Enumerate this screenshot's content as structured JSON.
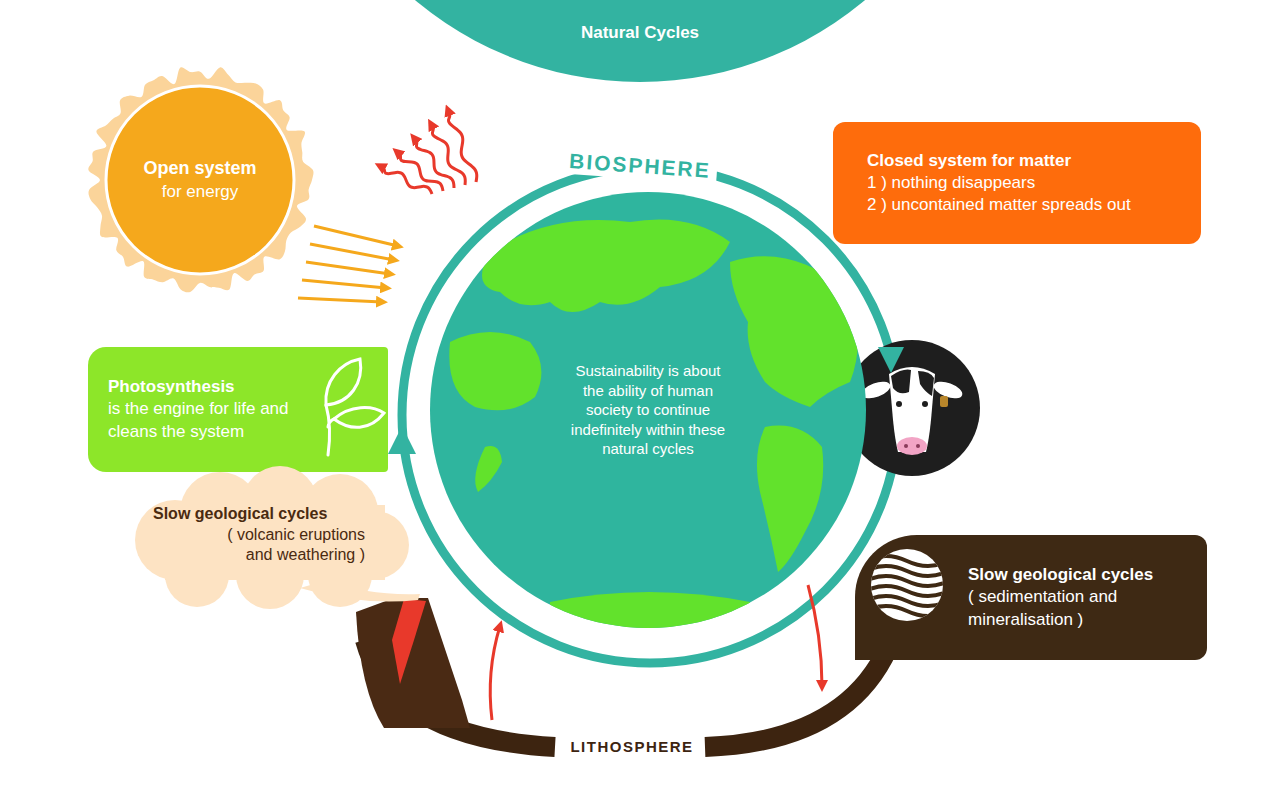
{
  "diagram": {
    "title": "Natural Cycles",
    "nodes": [
      {
        "text": [
          "Open system",
          "for energy"
        ]
      },
      {
        "text": [
          "Closed system for matter",
          "1 ) nothing disappears",
          "2 ) uncontained matter spreads out"
        ]
      },
      {
        "text": [
          "Photosynthesis",
          "is the engine for life and cleans the system"
        ]
      },
      {
        "text": [
          "Sustainability is about the ability of human society to continue indefinitely within these natural cycles"
        ]
      },
      {
        "text": [
          "Slow geological cycles",
          "( volcanic eruptions and weathering )"
        ]
      },
      {
        "text": [
          "Slow geological cycles",
          "( sedimentation and mineralisation )"
        ]
      }
    ],
    "labels": [
      "BIOSPHERE",
      "LITHOSPHERE"
    ]
  }
}
